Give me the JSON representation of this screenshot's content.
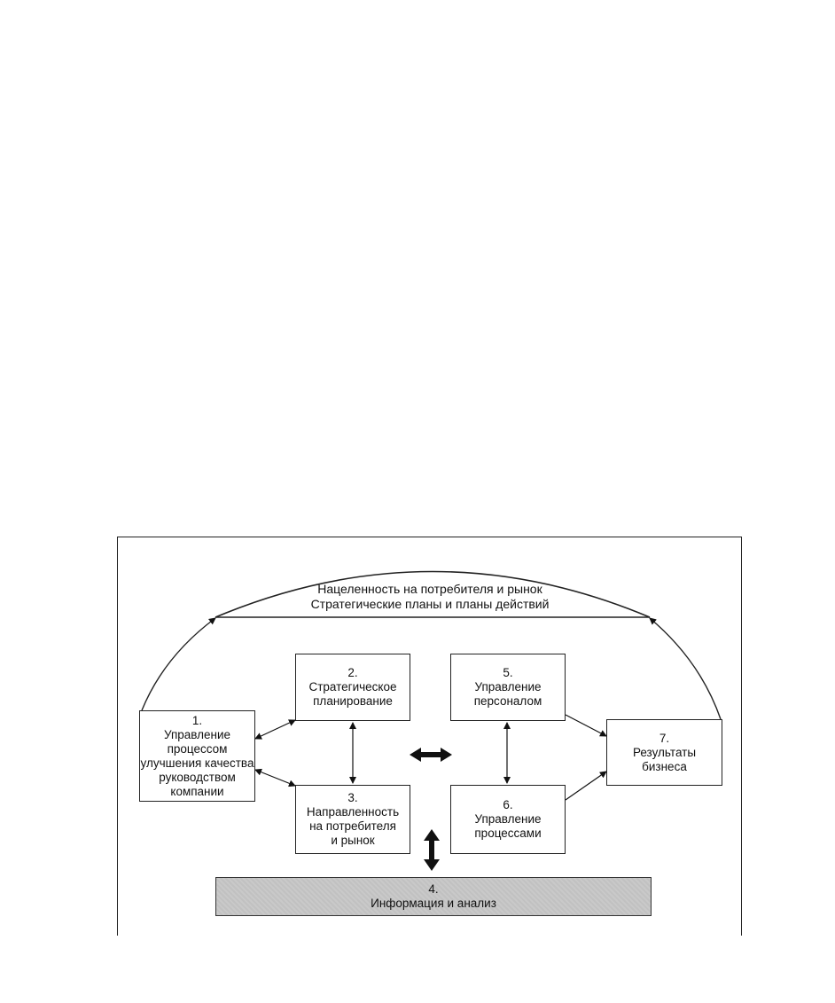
{
  "diagram": {
    "top_text": {
      "line1": "Нацеленность на потребителя и рынок",
      "line2": "Стратегические планы и планы действий"
    },
    "boxes": [
      {
        "id": "1",
        "number": "1.",
        "label": "Управление\nпроцессом\nулучшения качества\nруководством\nкомпании"
      },
      {
        "id": "2",
        "number": "2.",
        "label": "Стратегическое\nпланирование"
      },
      {
        "id": "3",
        "number": "3.",
        "label": "Направленность\nна потребителя\nи рынок"
      },
      {
        "id": "4",
        "number": "4.",
        "label": "Информация и анализ"
      },
      {
        "id": "5",
        "number": "5.",
        "label": "Управление\nперсоналом"
      },
      {
        "id": "6",
        "number": "6.",
        "label": "Управление\nпроцессами"
      },
      {
        "id": "7",
        "number": "7.",
        "label": "Результаты\nбизнеса"
      }
    ]
  }
}
